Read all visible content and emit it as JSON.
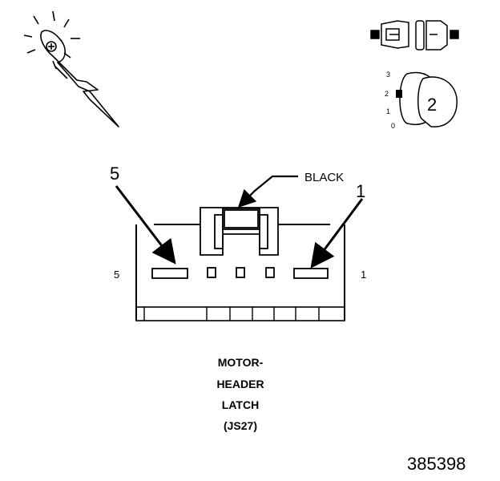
{
  "connector": {
    "wire_color_label": "BLACK",
    "pin_callout_left": "5",
    "pin_callout_right": "1",
    "pin_label_left": "5",
    "pin_label_right": "1",
    "name_lines": [
      "MOTOR-",
      "HEADER",
      "LATCH",
      "(JS27)"
    ]
  },
  "view_indicator": {
    "scale_labels": [
      "3",
      "2",
      "1",
      "0"
    ],
    "view_number": "2"
  },
  "figure_id": "385398",
  "icons": {
    "probe": "test-probe-icon",
    "mating": "connector-mating-icon",
    "view": "view-direction-icon"
  }
}
